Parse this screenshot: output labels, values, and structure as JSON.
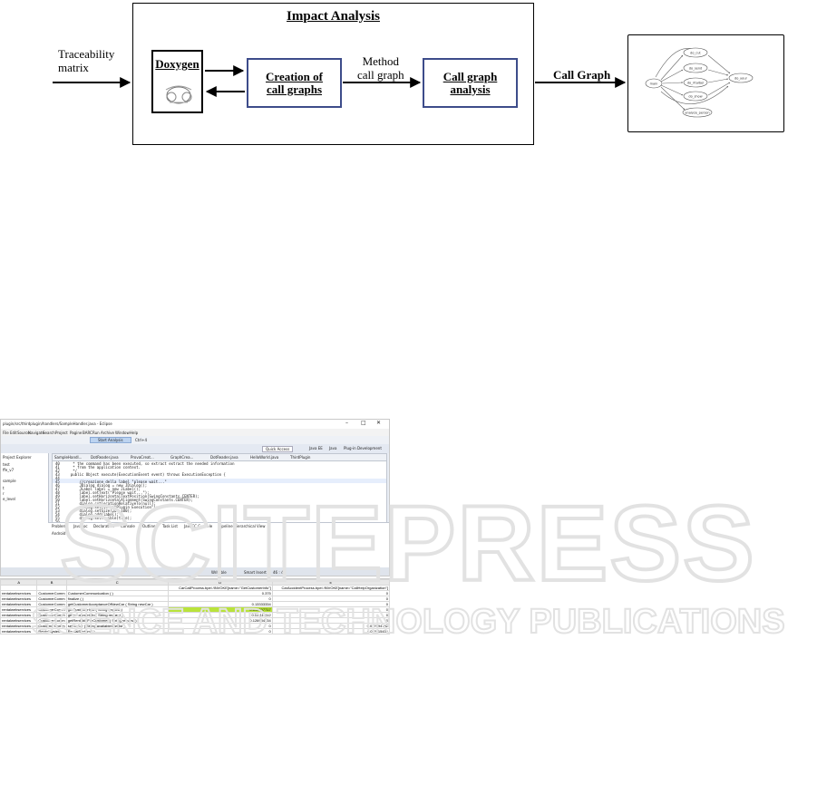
{
  "impact_analysis": {
    "title": "Impact Analysis",
    "doxygen": "Doxygen",
    "creation_line1": "Creation of",
    "creation_line2": "call graphs",
    "analysis_line1": "Call graph",
    "analysis_line2": "analysis"
  },
  "edges": {
    "traceability_line1": "Traceability",
    "traceability_line2": "matrix",
    "method_line1": "Method",
    "method_line2": "call graph",
    "call_graph": "Call Graph"
  },
  "call_graph_nodes": [
    "main",
    "do_cut",
    "do_send",
    "do_ritalbel",
    "do_show",
    "analyze_person",
    "do_your"
  ],
  "eclipse": {
    "window_title": "plugin/src/thirdplugin/handlers/SampleHandler.java - Eclipse",
    "menu": [
      "File",
      "Edit",
      "Source",
      "Navigate",
      "Search",
      "Project",
      "Pagine",
      "BARC",
      "Run",
      "Archive",
      "Window",
      "Help"
    ],
    "quick_access": "Quick Access",
    "start_analysis": "Start Analysis",
    "shortcut": "Ctrl+4",
    "perspectives": [
      "Java EE",
      "Java",
      "Plug-in Development"
    ],
    "tabs": [
      "SampleHandl...",
      "DotReader.java",
      "ProvaCreat...",
      "GraphCrea...",
      "DotReader.java",
      "HelloWorld.java",
      "ThirdPlugin"
    ],
    "left_items": [
      "Project Explorer",
      "test",
      "ffe_v7",
      "sample",
      "t",
      "r",
      "e_level"
    ],
    "code_lines": [
      "40      * the command has been executed, so extract extract the needed information",
      "41      * from the application context.",
      "42      */",
      "43     public Object execute(ExecutionEvent event) throws ExecutionException {",
      "44",
      "45         //creazione della label \"please wait...\"",
      "46         JDialog dialog = new JDialog();",
      "47         JLabel label = new JLabel();",
      "48         label.setText(\"Please wait...\");",
      "49         label.setHorizontalTextPosition(SwingConstants.CENTER);",
      "50         label.setHorizontalAlignment(SwingConstants.CENTER);",
      "51         dialog.setLocationRelativeTo(null);",
      "52         dialog.setTitle(\"Plugin Execution\");",
      "53         dialog.setSize(200,100);",
      "54         dialog.add(label);",
      "55         dialog.setVisible(true);",
      "56",
      "57         //inizio tool"
    ],
    "console_tabs": [
      "Problems",
      "Javadoc",
      "Declaration",
      "Console",
      "Outline",
      "Task List",
      "JavaCC Console",
      "Pipeline Hierarchical View"
    ],
    "console_text": "Android",
    "status": [
      "Writable",
      "Smart Insert",
      "46 : 43"
    ]
  },
  "spreadsheet": {
    "columns": [
      "A",
      "B",
      "C",
      "D",
      "E"
    ],
    "header_row": [
      "",
      "",
      "",
      "CarCallProcess.bpel /INVOKE[name=\"GetCustomerInfo\"]",
      "CarAccidentProcess.bpel /INVOKE[name=\"CallHelpOrganization\"]"
    ],
    "rows": [
      [
        "rentalwebservices",
        "CustomerComm",
        "CustomerCommunication ( )",
        "0.375",
        "0"
      ],
      [
        "rentalwebservices",
        "CustomerComm",
        "finalize ( )",
        "0",
        "0"
      ],
      [
        "rentalwebservices",
        "CustomerComm",
        "getCustomerAcceptanceOfNewCar ( String newCar )",
        "0.13333334",
        "0"
      ],
      [
        "rentalwebservices",
        "CustomerComm",
        "getCustomerInfo ( String request )",
        "0.092307717",
        "0"
      ],
      [
        "rentalwebservices",
        "CustomerComm",
        "getInsuranceInfo ( String request )",
        "0.111111112",
        "0"
      ],
      [
        "rentalwebservices",
        "CustomerComm",
        "getRentableForCustomer ( String request )",
        "0.126984134",
        "0"
      ],
      [
        "rentalwebservices",
        "CustomerComm",
        "selectCar ( String availableCarList )",
        "0",
        "0.017094782"
      ],
      [
        "rentalwebservices",
        "RentalSystem",
        "RentalSystem ( )",
        "0",
        "0.070115439"
      ]
    ]
  },
  "watermark": {
    "main": "SCITEPRESS",
    "sub": "SCIENCE AND TECHNOLOGY PUBLICATIONS"
  }
}
